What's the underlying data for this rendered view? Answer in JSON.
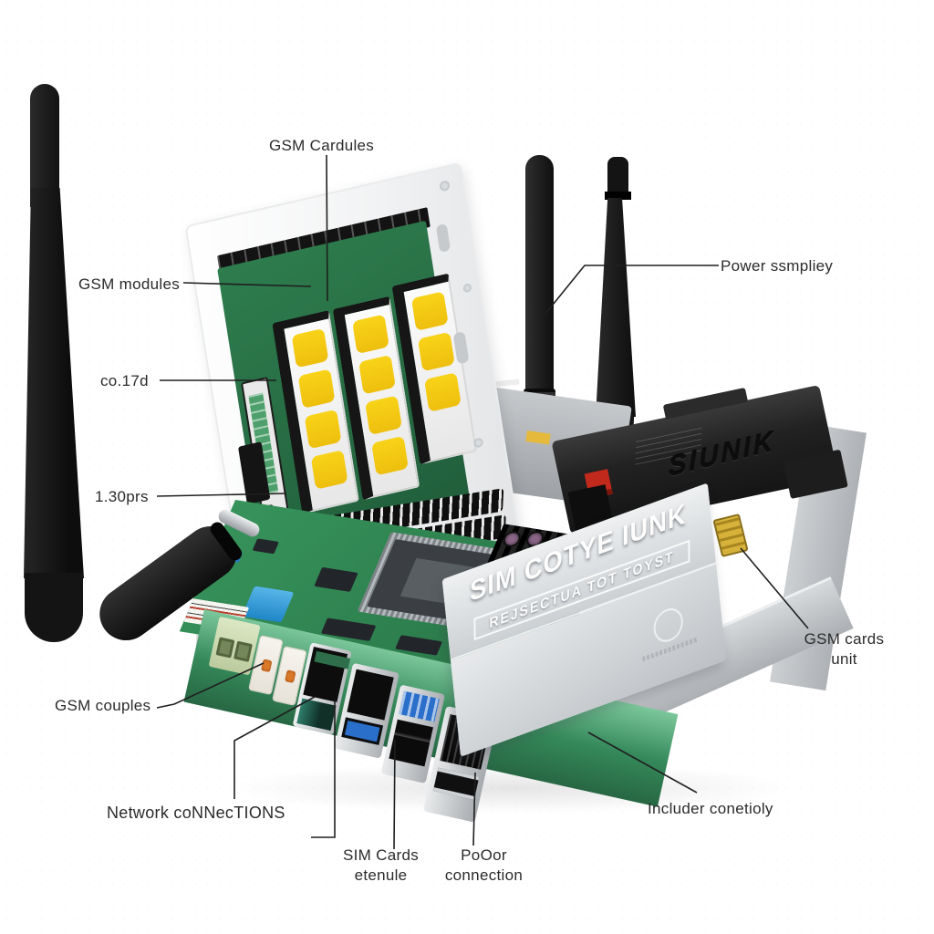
{
  "colors": {
    "background": "#ffffff",
    "label_text": "#2b2b2b",
    "leader_line": "#1f1f1f",
    "pcb_green": "#37935b",
    "lid_pcb_green": "#2e7d4e",
    "sim_yellow": "#eebf0e",
    "antenna_black": "#161616",
    "chassis_silver": "#ccd0d3",
    "box_silver": "#e8eaec",
    "module_black": "#3a3a3a",
    "usb_blue": "#2a6fc9",
    "component_blue": "#57b5e8",
    "terminal_green": "#dce7c4",
    "accent_orange": "#d97a2a",
    "gold": "#d6b23a",
    "red_tab": "#c0291c"
  },
  "callouts": {
    "gsm_cardules": "GSM Cardules",
    "gsm_modules": "GSM modules",
    "co_17d": "co.17d",
    "prs_130": "1.30prs",
    "power_supply": "Power ssmpliey",
    "gsm_cards_unit_line1": "GSM cards",
    "gsm_cards_unit_line2": "unit",
    "gsm_couples": "GSM couples",
    "network_connections": "Network coNNecTIONS",
    "sim_cards_line1": "SIM Cards",
    "sim_cards_line2": "etenule",
    "power_connection_line1": "PoOor",
    "power_connection_line2": "connection",
    "includer": "Includer conetioly"
  },
  "device_markings": {
    "silver_box_line1": "SIM COTYE IUNK",
    "silver_box_line2": "REJSECTUA TOT TOYST",
    "black_module_brand": "SIUNIK"
  }
}
